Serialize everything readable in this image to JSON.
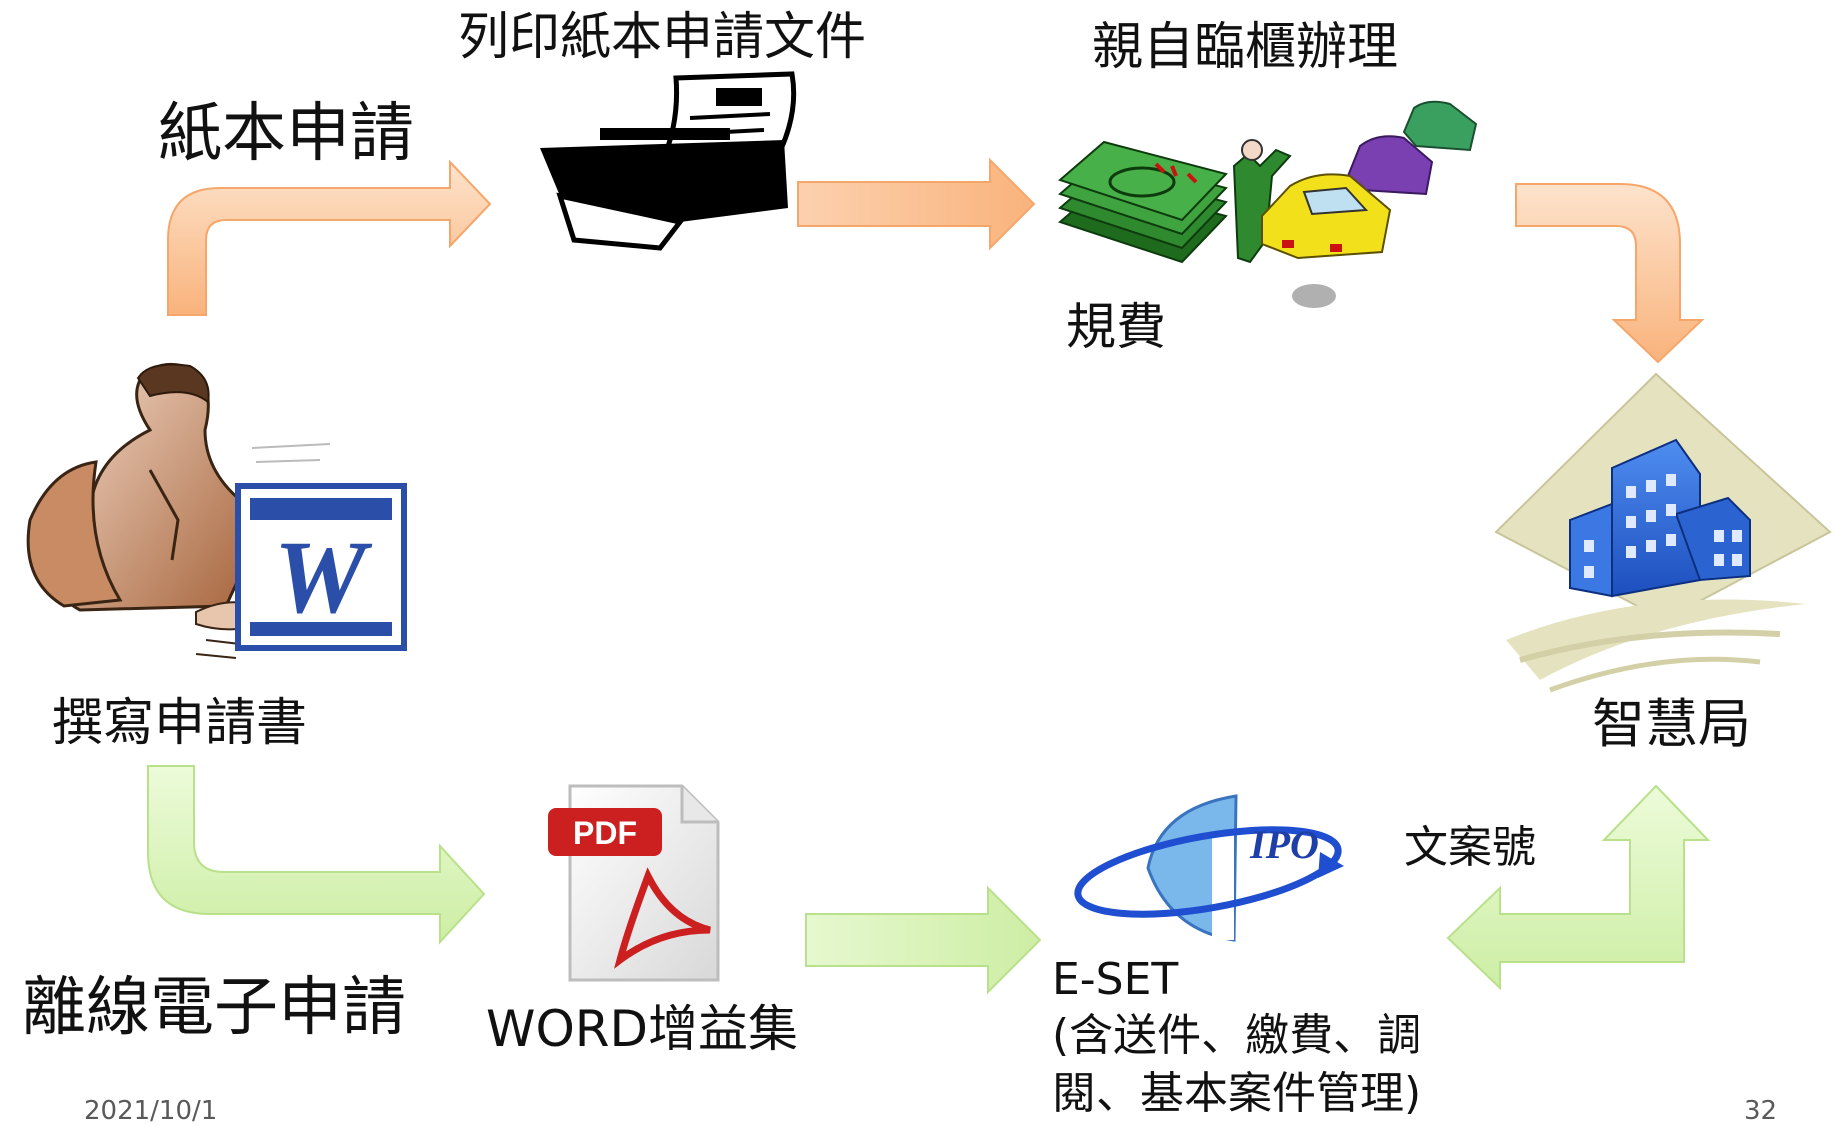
{
  "labels": {
    "paper_application": "紙本申請",
    "print_documents": "列印紙本申請文件",
    "counter_in_person": "親自臨櫃辦理",
    "fee": "規費",
    "compose_application": "撰寫申請書",
    "ipo_office": "智慧局",
    "offline_e_application": "離線電子申請",
    "word_addin": "WORD增益集",
    "eset_name": "E-SET",
    "eset_desc_line1": "(含送件、繳費、調",
    "eset_desc_line2": "閱、基本案件管理)",
    "document_number": "文案號"
  },
  "logos": {
    "word_letter": "W",
    "pdf_badge": "PDF",
    "eset_logo": "IPO"
  },
  "footer": {
    "date": "2021/10/1",
    "page_number": "32"
  },
  "colors": {
    "paper_path_arrow": "#fbc08e",
    "electronic_path_arrow": "#d6f3b0",
    "word_blue": "#2b4fa8",
    "pdf_red": "#cc1f1f",
    "building_blue": "#1f5fd6",
    "cash_green": "#2f8a2f"
  },
  "icons": [
    "writer-person-icon",
    "word-document-icon",
    "printer-icon",
    "fee-cash-icon",
    "waiting-cars-icon",
    "ipo-building-icon",
    "pdf-file-icon",
    "eset-logo-icon"
  ]
}
